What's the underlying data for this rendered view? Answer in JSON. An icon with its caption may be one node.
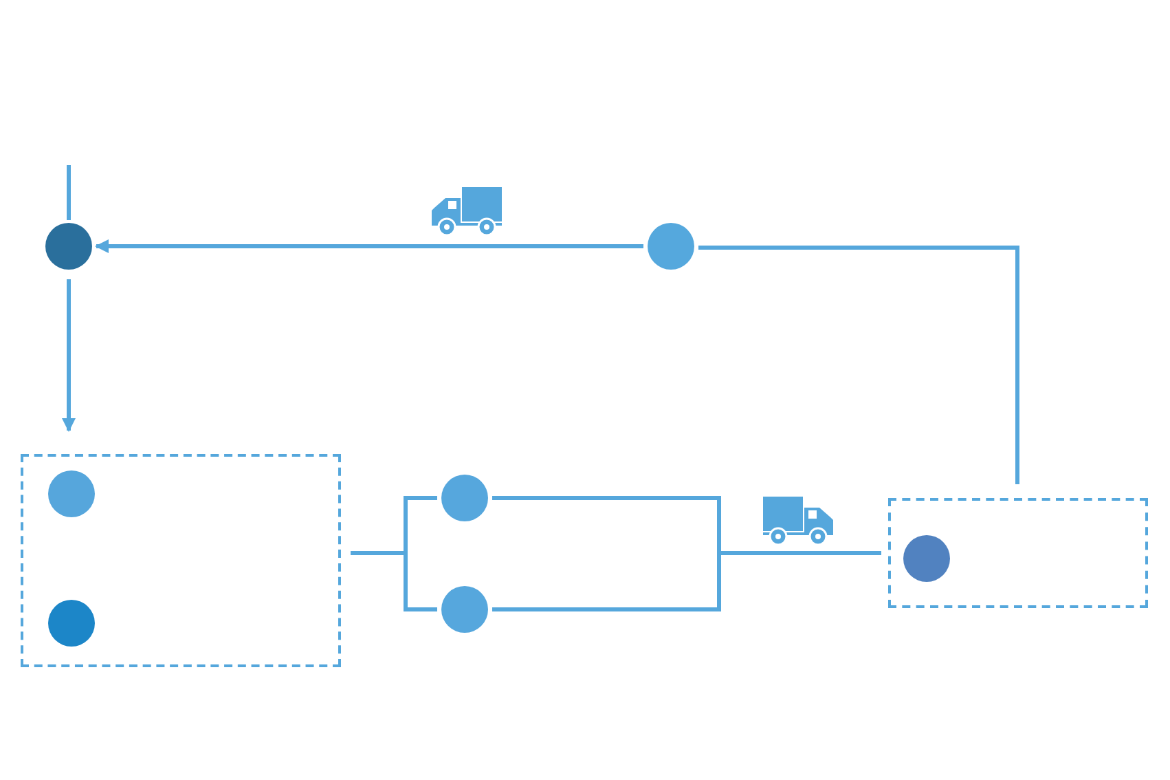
{
  "diagram": {
    "nodes": [
      {
        "text": [],
        "shape": "circle"
      },
      {
        "text": [],
        "shape": "circle"
      },
      {
        "text": [],
        "shape": "box"
      },
      {
        "text": [],
        "shape": "circle",
        "in": 2
      },
      {
        "text": [],
        "shape": "circle",
        "in": 2
      },
      {
        "text": [],
        "shape": "circle"
      },
      {
        "text": [],
        "shape": "circle"
      },
      {
        "text": [],
        "shape": "box"
      },
      {
        "text": [],
        "shape": "circle",
        "in": 7
      }
    ],
    "edges": [
      {
        "from": null,
        "to": 0,
        "arrow": "none"
      },
      {
        "from": 0,
        "to": 2,
        "arrow": "to"
      },
      {
        "from": 1,
        "to": 0,
        "arrow": "to"
      },
      {
        "from": 7,
        "to": 1,
        "arrow": "none"
      },
      {
        "from": 2,
        "to": 5,
        "arrow": "none"
      },
      {
        "from": 2,
        "to": 6,
        "arrow": "none"
      },
      {
        "from": 5,
        "to": 7,
        "arrow": "none"
      },
      {
        "from": 6,
        "to": 7,
        "arrow": "none"
      }
    ]
  }
}
